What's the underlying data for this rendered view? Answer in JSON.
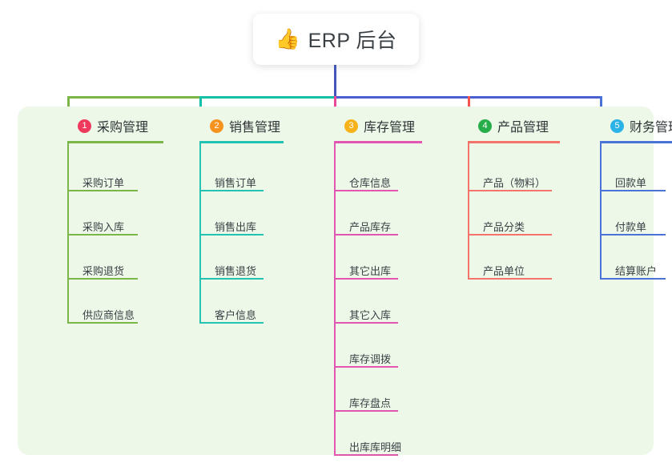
{
  "root": {
    "icon": "thumbs-up-icon",
    "emoji": "👍",
    "title": "ERP 后台"
  },
  "panel": {
    "background": "#eef8e9"
  },
  "connector": {
    "trunk_color": "#4457b8",
    "segments": [
      {
        "color": "#7ab648"
      },
      {
        "color": "#13bfa6"
      },
      {
        "color": "#4a5fd0"
      }
    ]
  },
  "columns": [
    {
      "number": "1",
      "title": "采购管理",
      "badge_color": "#ef3a5d",
      "line_color": "#7ab648",
      "drop_color": "#7ab648",
      "items": [
        {
          "label": "采购订单"
        },
        {
          "label": "采购入库"
        },
        {
          "label": "采购退货"
        },
        {
          "label": "供应商信息"
        }
      ]
    },
    {
      "number": "2",
      "title": "销售管理",
      "badge_color": "#f6921e",
      "line_color": "#23c3b4",
      "drop_color": "#13bfa6",
      "items": [
        {
          "label": "销售订单"
        },
        {
          "label": "销售出库"
        },
        {
          "label": "销售退货"
        },
        {
          "label": "客户信息"
        }
      ]
    },
    {
      "number": "3",
      "title": "库存管理",
      "badge_color": "#f8b219",
      "line_color": "#e255b0",
      "drop_color": "#ec4899",
      "items": [
        {
          "label": "仓库信息"
        },
        {
          "label": "产品库存"
        },
        {
          "label": "其它出库"
        },
        {
          "label": "其它入库"
        },
        {
          "label": "库存调拨"
        },
        {
          "label": "库存盘点"
        },
        {
          "label": "出库库明细"
        }
      ]
    },
    {
      "number": "4",
      "title": "产品管理",
      "badge_color": "#27ae4a",
      "line_color": "#f4736b",
      "drop_color": "#f4564f",
      "items": [
        {
          "label": "产品（物料）"
        },
        {
          "label": "产品分类"
        },
        {
          "label": "产品单位"
        }
      ]
    },
    {
      "number": "5",
      "title": "财务管理",
      "badge_color": "#2bb3e8",
      "line_color": "#4a73d8",
      "drop_color": "#4a73d8",
      "items": [
        {
          "label": "回款单"
        },
        {
          "label": "付款单"
        },
        {
          "label": "结算账户"
        }
      ]
    }
  ]
}
